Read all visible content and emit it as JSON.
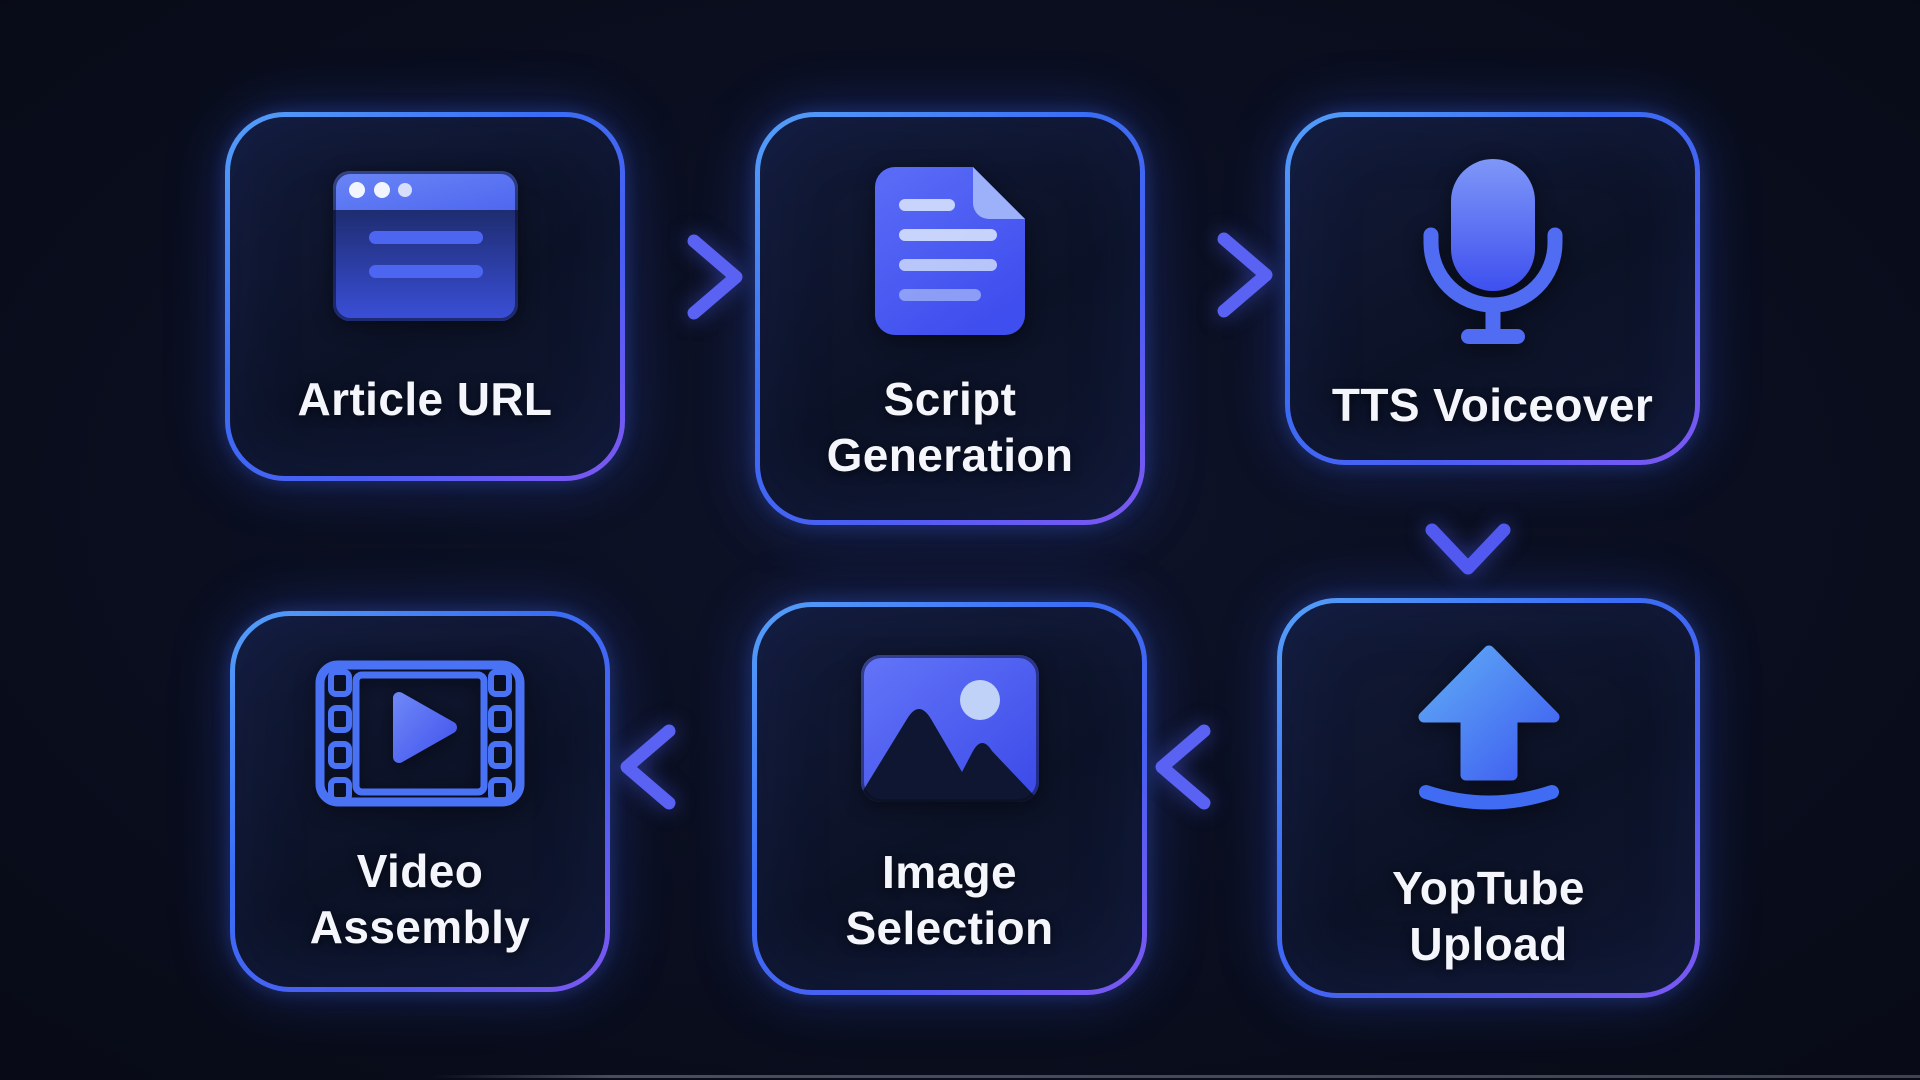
{
  "diagram": {
    "title": "Article-to-video pipeline flowchart",
    "colors": {
      "background": "#0a0e1f",
      "accent_blue": "#3b7df6",
      "accent_purple": "#7e57f2",
      "icon_blue": "#4a5cf5",
      "text": "#f4f6fc"
    },
    "nodes": [
      {
        "id": "article-url",
        "label": "Article URL",
        "lines": [
          "Article URL"
        ],
        "icon": "browser-window-icon"
      },
      {
        "id": "script-generation",
        "label": "Script Generation",
        "lines": [
          "Script",
          "Generation"
        ],
        "icon": "document-icon"
      },
      {
        "id": "tts-voiceover",
        "label": "TTS Voiceover",
        "lines": [
          "TTS Voiceover"
        ],
        "icon": "microphone-icon"
      },
      {
        "id": "yoptube-upload",
        "label": "YopTube Upload",
        "lines": [
          "YopTube",
          "Upload"
        ],
        "icon": "upload-arrow-icon"
      },
      {
        "id": "image-selection",
        "label": "Image Selection",
        "lines": [
          "Image",
          "Selection"
        ],
        "icon": "image-icon"
      },
      {
        "id": "video-assembly",
        "label": "Video Assembly",
        "lines": [
          "Video",
          "Assembly"
        ],
        "icon": "film-strip-icon"
      }
    ],
    "connections": [
      {
        "from": "article-url",
        "to": "script-generation",
        "direction": "right"
      },
      {
        "from": "script-generation",
        "to": "tts-voiceover",
        "direction": "right"
      },
      {
        "from": "tts-voiceover",
        "to": "yoptube-upload",
        "direction": "down"
      },
      {
        "from": "yoptube-upload",
        "to": "image-selection",
        "direction": "left"
      },
      {
        "from": "image-selection",
        "to": "video-assembly",
        "direction": "left"
      }
    ]
  }
}
